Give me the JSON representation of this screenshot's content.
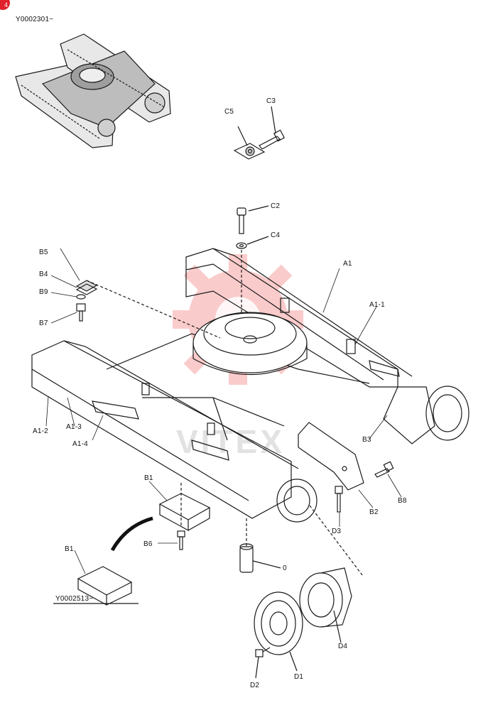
{
  "header": {
    "badge": "4",
    "serial_top": "Y0002301~",
    "serial_bottom": "Y0002513~"
  },
  "watermark": "VITEX",
  "colors": {
    "line": "#1a1a1a",
    "logo": "#f26d6d",
    "badge": "#e0202a"
  },
  "callouts": {
    "C2": "C2",
    "C3": "C3",
    "C4": "C4",
    "C5": "C5",
    "A1": "A1",
    "A1_1": "A1-1",
    "A1_2": "A1-2",
    "A1_3": "A1-3",
    "A1_4": "A1-4",
    "B1_top": "B1",
    "B1_bottom": "B1",
    "B2": "B2",
    "B3": "B3",
    "B4": "B4",
    "B5": "B5",
    "B6": "B6",
    "B7": "B7",
    "B8": "B8",
    "B9": "B9",
    "D1": "D1",
    "D2": "D2",
    "D3": "D3",
    "D4": "D4",
    "zero": "0"
  }
}
